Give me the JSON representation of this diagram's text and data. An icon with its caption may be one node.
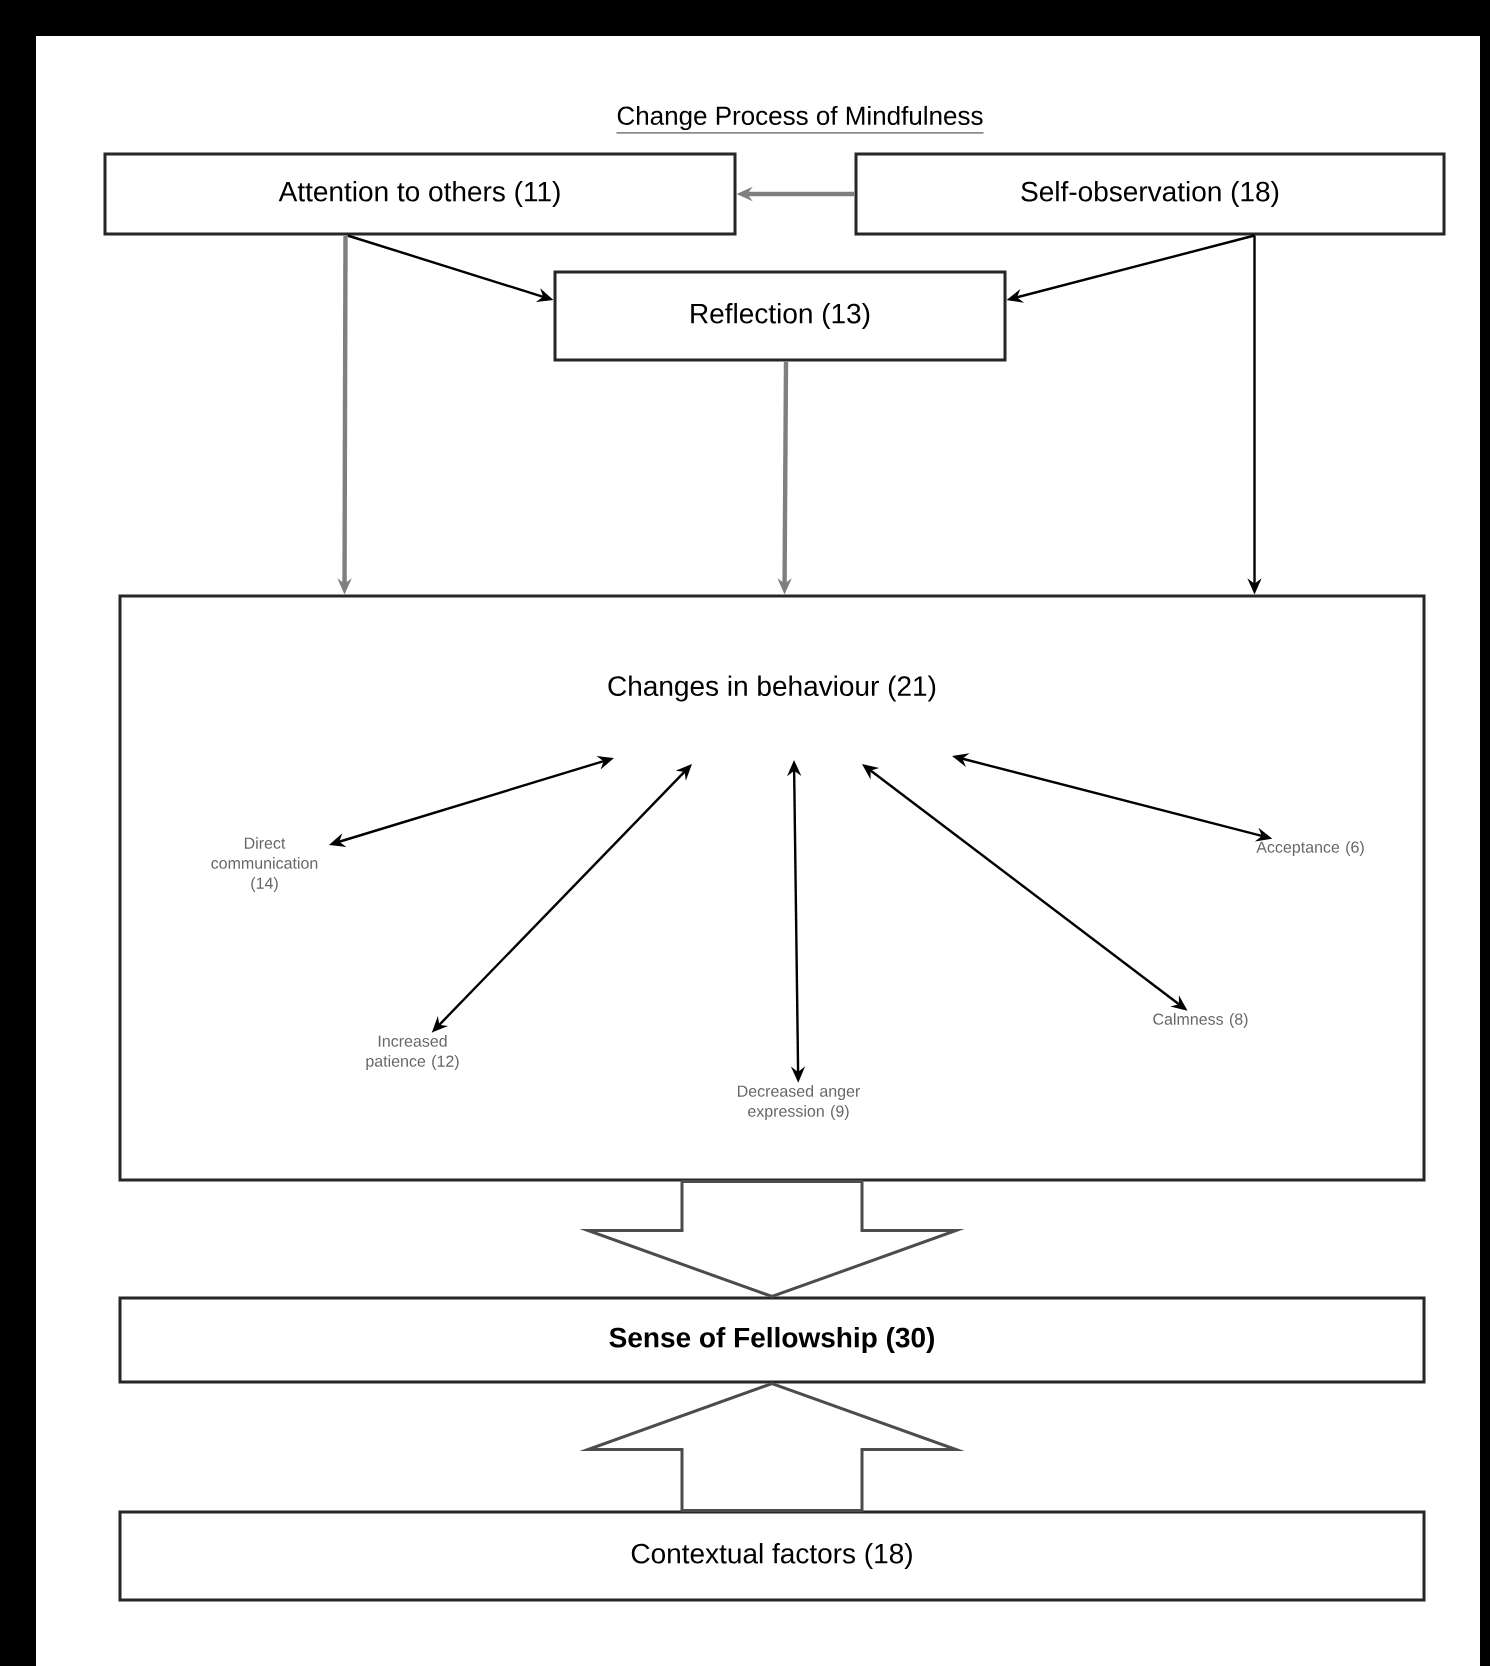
{
  "diagram": {
    "title": "Change Process of Mindfulness",
    "nodes": [
      {
        "text": [
          "Attention to others (11)"
        ]
      },
      {
        "text": [
          "Self-observation (18)"
        ]
      },
      {
        "text": [
          "Reflection (13)"
        ]
      },
      {
        "text": [
          "Changes in behaviour (21)"
        ]
      },
      {
        "text": [
          "Direct communication (14)"
        ],
        "in": 3
      },
      {
        "text": [
          "Increased patience (12)"
        ],
        "in": 3
      },
      {
        "text": [
          "Decreased anger expression (9)"
        ],
        "in": 3
      },
      {
        "text": [
          "Calmness (8)"
        ],
        "in": 3
      },
      {
        "text": [
          "Acceptance (6)"
        ],
        "in": 3
      },
      {
        "text": [
          "Sense of Fellowship (30)"
        ]
      },
      {
        "text": [
          "Contextual factors (18)"
        ]
      }
    ],
    "edges": [
      {
        "from": 1,
        "to": 0,
        "arrow": "to",
        "color": "#7f7f7f"
      },
      {
        "from": 0,
        "to": 2,
        "arrow": "to"
      },
      {
        "from": 1,
        "to": 2,
        "arrow": "to"
      },
      {
        "from": 0,
        "to": 3,
        "arrow": "to",
        "color": "#7f7f7f"
      },
      {
        "from": 2,
        "to": 3,
        "arrow": "to",
        "color": "#7f7f7f"
      },
      {
        "from": 1,
        "to": 3,
        "arrow": "to"
      },
      {
        "from": null,
        "to": 4,
        "arrow": "both"
      },
      {
        "from": null,
        "to": 5,
        "arrow": "both"
      },
      {
        "from": null,
        "to": 6,
        "arrow": "both"
      },
      {
        "from": null,
        "to": 7,
        "arrow": "both"
      },
      {
        "from": null,
        "to": 8,
        "arrow": "both"
      },
      {
        "from": 3,
        "to": 9,
        "arrow": "to"
      },
      {
        "from": 10,
        "to": 9,
        "arrow": "to"
      }
    ]
  }
}
